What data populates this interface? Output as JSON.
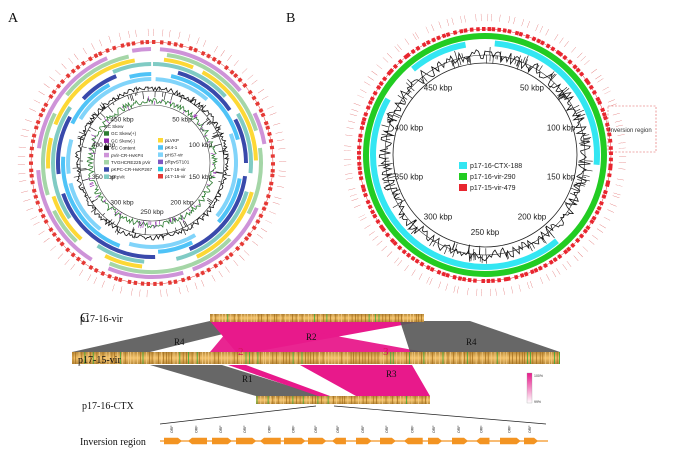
{
  "panels": {
    "a": {
      "label": "A",
      "ticks": [
        "50 kbp",
        "100 kbp",
        "150 kbp",
        "200 kbp",
        "250 kbp",
        "300 kbp",
        "350 kbp",
        "400 kbp",
        "450 kbp"
      ],
      "legend": {
        "col1": [
          {
            "label": "GC Skew",
            "color": "#ffffff",
            "header": true
          },
          {
            "label": "GC Skew(+)",
            "color": "#2e7d32"
          },
          {
            "label": "GC Skew(-)",
            "color": "#8e24aa"
          },
          {
            "label": "GC Content",
            "color": "#111111"
          },
          {
            "label": "pVir-CR-HvKP4",
            "color": "#ce93d8"
          },
          {
            "label": "TVGHCRE225 pVir",
            "color": "#a5d6a7"
          },
          {
            "label": "pKPC-CR-HvKP267",
            "color": "#3949ab"
          },
          {
            "label": "pRpVit",
            "color": "#80cbc4"
          }
        ],
        "col2": [
          {
            "label": "pLVKP",
            "color": "#fdd835"
          },
          {
            "label": "pK4-1",
            "color": "#4fc3f7"
          },
          {
            "label": "pHS7-vir",
            "color": "#81d4fa"
          },
          {
            "label": "pRpvST101",
            "color": "#7e57c2"
          },
          {
            "label": "p17-16-vir",
            "color": "#26c6da"
          },
          {
            "label": "p17-15-vir",
            "color": "#e53935"
          }
        ]
      }
    },
    "b": {
      "label": "B",
      "ticks": [
        "50 kbp",
        "100 kbp",
        "150 kbp",
        "200 kbp",
        "250 kbp",
        "300 kbp",
        "350 kbp",
        "400 kbp",
        "450 kbp"
      ],
      "legend": [
        {
          "label": "p17-16-CTX-188",
          "color": "#33e6f2"
        },
        {
          "label": "p17-16-vir-290",
          "color": "#22cc22"
        },
        {
          "label": "p17-15-vir-479",
          "color": "#e8262f"
        }
      ],
      "inversion_label": "Inversion region"
    },
    "c": {
      "label": "C",
      "tracks": [
        {
          "name": "p17-16-vir"
        },
        {
          "name": "p17-15-vir"
        },
        {
          "name": "p17-16-CTX"
        }
      ],
      "regions": [
        "R4",
        "R2",
        "R4",
        "R1",
        "R3"
      ],
      "numbers": [
        "2",
        "3"
      ],
      "scale": {
        "high": "100%",
        "low": "99%"
      },
      "inversion_row_label": "Inversion region",
      "orfs": [
        "ORF",
        "ORF",
        "ORF",
        "ORF",
        "ORF",
        "ORF",
        "ORF",
        "ORF",
        "ORF",
        "ORF",
        "ORF",
        "ORF",
        "ORF",
        "ORF",
        "ORF",
        "ORF"
      ]
    }
  },
  "colors": {
    "pink": "#e8198b",
    "grey": "#5a5a5a",
    "orange": "#f39422",
    "red_ring": "#e8262f",
    "green_ring": "#22cc22",
    "cyan_ring": "#33e6f2"
  }
}
